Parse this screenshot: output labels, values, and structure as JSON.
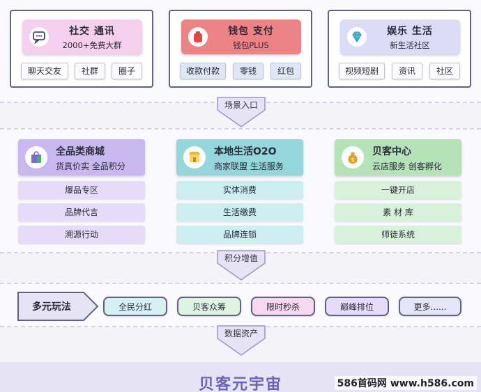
{
  "apps": [
    {
      "title": "社交  通讯",
      "subtitle": "2000+免费大群",
      "icon": "chat-icon",
      "color": "#f5d0ee",
      "chips": [
        "聊天交友",
        "社群",
        "圈子"
      ]
    },
    {
      "title": "钱包  支付",
      "subtitle": "钱包PLUS",
      "icon": "wallet-icon",
      "color": "#ec8385",
      "chips": [
        "收款付款",
        "零钱",
        "红包"
      ]
    },
    {
      "title": "娱乐  生活",
      "subtitle": "新生活社区",
      "icon": "diamond-icon",
      "color": "#dcdcf7",
      "chips": [
        "视频短剧",
        "资讯",
        "社区"
      ]
    }
  ],
  "arrows": {
    "first": "场景入口",
    "second": "积分增值",
    "third": "数据资产"
  },
  "columns": [
    {
      "title": "全品类商城",
      "subtitle": "货真价实 全品积分",
      "icon": "shopping-bag-icon",
      "color": "#c9b8f0",
      "item_color": "#e6dcf8",
      "items": [
        "爆品专区",
        "品牌代言",
        "溯源行动"
      ]
    },
    {
      "title": "本地生活O2O",
      "subtitle": "商家联盟 生活服务",
      "icon": "store-icon",
      "color": "#93d6db",
      "item_color": "#cdeef0",
      "items": [
        "实体消费",
        "生活缴费",
        "品牌连锁"
      ]
    },
    {
      "title": "贝客中心",
      "subtitle": "云店服务 创客孵化",
      "icon": "money-bag-icon",
      "color": "#b4e3b8",
      "item_color": "#d8f1da",
      "items": [
        "一键开店",
        "素  材  库",
        "师徒系统"
      ]
    }
  ],
  "plays": {
    "label": "多元玩法",
    "items": [
      {
        "text": "全民分红",
        "color": "#d6f1f4"
      },
      {
        "text": "贝客众筹",
        "color": "#dff3e2"
      },
      {
        "text": "限时秒杀",
        "color": "#f6d9ef"
      },
      {
        "text": "巅峰排位",
        "color": "#e6dcf8"
      },
      {
        "text": "更多......",
        "color": "#e4e6f7"
      }
    ]
  },
  "footer": {
    "title": "贝客元宇宙"
  },
  "watermark": "586首码网 www.h586.com"
}
